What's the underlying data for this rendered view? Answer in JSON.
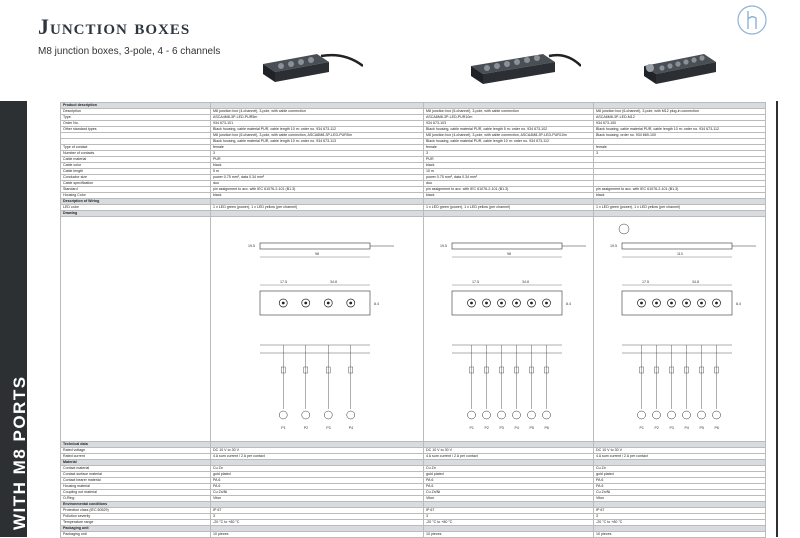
{
  "page": {
    "title": "Junction boxes",
    "subtitle": "M8 junction boxes, 3-pole, 4 - 6 channels",
    "side_label": "WITH M8 PORTS"
  },
  "colors": {
    "side_band": "#2d3033",
    "section_row": "#d8dce0",
    "product_body": "#2b2f33"
  },
  "table": {
    "rows": [
      {
        "type": "section",
        "cells": [
          "Product description",
          "",
          "",
          ""
        ]
      },
      {
        "type": "row",
        "cells": [
          "Description",
          "M8 junction box (4-channel), 3-pole, with cable connection",
          "M8 junction box (6-channel), 3-pole, with cable connection",
          "M8 junction box (6-channel), 3-pole, with M12 plug-in connection"
        ]
      },
      {
        "type": "row",
        "cells": [
          "Type",
          "ASCA4M8-3P-LED-PUR5m",
          "ASCA6M8-3P-LED-PUR10m",
          "ASCA6M8-3P-LED-M12"
        ]
      },
      {
        "type": "row",
        "cells": [
          "Order No.",
          "934 673-101",
          "934 673-103",
          "934 673-100"
        ]
      },
      {
        "type": "row",
        "cells": [
          "Other standard types",
          "Black housing, cable material PUR, cable length 10 m: order no. 934 673-112",
          "Black housing, cable material PUR, cable length 5 m: order no. 934 673-102",
          "Black housing, cable material PUR, cable length 10 m: order no. 934 673-112"
        ]
      },
      {
        "type": "row",
        "cells": [
          "",
          "M8 junction box (6-channel), 3-pole, with cable connection, ASCA6M8-3P-LED-PUR5m",
          "M8 junction box (4-channel), 3-pole, with cable connection, ASCA4M8-3P-LED-PUR10m",
          "Black housing: order no. 934 669-100"
        ]
      },
      {
        "type": "row",
        "cells": [
          "",
          "Black housing, cable material PUR, cable length 10 m: order no. 934 673-113",
          "Black housing, cable material PUR, cable length 10 m: order no. 934 673-112",
          ""
        ]
      },
      {
        "type": "row",
        "cells": [
          "Type of contact",
          "female",
          "female",
          "female"
        ]
      },
      {
        "type": "row",
        "cells": [
          "Number of contacts",
          "3",
          "3",
          "3"
        ]
      },
      {
        "type": "row",
        "cells": [
          "Cable material",
          "PUR",
          "PUR",
          ""
        ]
      },
      {
        "type": "row",
        "cells": [
          "Cable color",
          "black",
          "black",
          ""
        ]
      },
      {
        "type": "row",
        "cells": [
          "Cable length",
          "5 m",
          "10 m",
          ""
        ]
      },
      {
        "type": "row",
        "cells": [
          "Conductor size",
          "power 0.75 mm², data 0.34 mm²",
          "power 0.75 mm², data 0.34 mm²",
          ""
        ]
      },
      {
        "type": "row",
        "cells": [
          "Cable specification",
          "duo",
          "duo",
          ""
        ]
      },
      {
        "type": "row",
        "cells": [
          "Standard",
          "pin assignment to acc. with IEC 61076-2-101 (B1.3)",
          "pin assignment to acc. with IEC 61076-2-101 (B1.3)",
          "pin assignment to acc. with IEC 61076-2-101 (B1.3)"
        ]
      },
      {
        "type": "row",
        "cells": [
          "Housing Color",
          "black",
          "black",
          "black"
        ]
      },
      {
        "type": "section",
        "cells": [
          "Description of Wiring",
          "",
          "",
          ""
        ]
      },
      {
        "type": "row",
        "cells": [
          "LED color",
          "1 x LED green (power), 1 x LED yellow (per channel)",
          "1 x LED green (power), 1 x LED yellow (per channel)",
          "1 x LED green (power), 1 x LED yellow (per channel)"
        ]
      },
      {
        "type": "section",
        "cells": [
          "Drawing",
          "",
          "",
          ""
        ]
      },
      {
        "type": "drawing",
        "cells": [
          "",
          "",
          "",
          ""
        ]
      },
      {
        "type": "section",
        "cells": [
          "Technical data",
          "",
          "",
          ""
        ]
      },
      {
        "type": "row",
        "cells": [
          "Rated voltage",
          "DC 10 V to 30 V",
          "DC 10 V to 30 V",
          "DC 10 V to 30 V"
        ]
      },
      {
        "type": "row",
        "cells": [
          "Rated current",
          "4 A sum current / 2 A per contact",
          "4 A sum current / 2 A per contact",
          "4 A sum current / 2 A per contact"
        ]
      },
      {
        "type": "section",
        "cells": [
          "Material",
          "",
          "",
          ""
        ]
      },
      {
        "type": "row",
        "cells": [
          "Contact material",
          "Cu Zn",
          "Cu Zn",
          "Cu Zn"
        ]
      },
      {
        "type": "row",
        "cells": [
          "Contact surface material",
          "gold plated",
          "gold plated",
          "gold plated"
        ]
      },
      {
        "type": "row",
        "cells": [
          "Contact bearer material",
          "PA 6",
          "PA 6",
          "PA 6"
        ]
      },
      {
        "type": "row",
        "cells": [
          "Housing material",
          "PA 6",
          "PA 6",
          "PA 6"
        ]
      },
      {
        "type": "row",
        "cells": [
          "Coupling nut material",
          "Cu Zn/Ni",
          "Cu Zn/Ni",
          "Cu Zn/Ni"
        ]
      },
      {
        "type": "row",
        "cells": [
          "O-Ring",
          "Viton",
          "Viton",
          "Viton"
        ]
      },
      {
        "type": "section",
        "cells": [
          "Environmental conditions",
          "",
          "",
          ""
        ]
      },
      {
        "type": "row",
        "cells": [
          "Protection class (IEC 60529)",
          "IP 67",
          "IP 67",
          "IP 67"
        ]
      },
      {
        "type": "row",
        "cells": [
          "Pollution severity",
          "3",
          "3",
          "3"
        ]
      },
      {
        "type": "row",
        "cells": [
          "Temperature range",
          "-20 °C to +80 °C",
          "-20 °C to +80 °C",
          "-20 °C to +80 °C"
        ]
      },
      {
        "type": "section",
        "cells": [
          "Packaging unit",
          "",
          "",
          ""
        ]
      },
      {
        "type": "row",
        "cells": [
          "Packaging unit",
          "10 pieces",
          "10 pieces",
          "10 pieces"
        ]
      }
    ]
  },
  "drawings": [
    {
      "channels": 4,
      "dims": {
        "height": "19.5",
        "length": "98",
        "pitch": "17.5",
        "end": "34.8",
        "hole": "ø4.5",
        "depth": "8.4"
      },
      "pins": [
        "P1",
        "P2",
        "P3",
        "P4"
      ]
    },
    {
      "channels": 6,
      "dims": {
        "height": "19.5",
        "length": "98",
        "pitch": "17.5",
        "end": "34.8",
        "hole": "ø4.5",
        "depth": "8.4"
      },
      "pins": [
        "P1",
        "P2",
        "P3",
        "P4",
        "P5",
        "P6"
      ]
    },
    {
      "channels": 6,
      "dims": {
        "height": "19.5",
        "length": "113",
        "pitch": "17.5",
        "end": "34.8",
        "hole": "ø4.5",
        "depth": "8.4"
      },
      "pins": [
        "P1",
        "P2",
        "P3",
        "P4",
        "P5",
        "P6"
      ]
    }
  ]
}
